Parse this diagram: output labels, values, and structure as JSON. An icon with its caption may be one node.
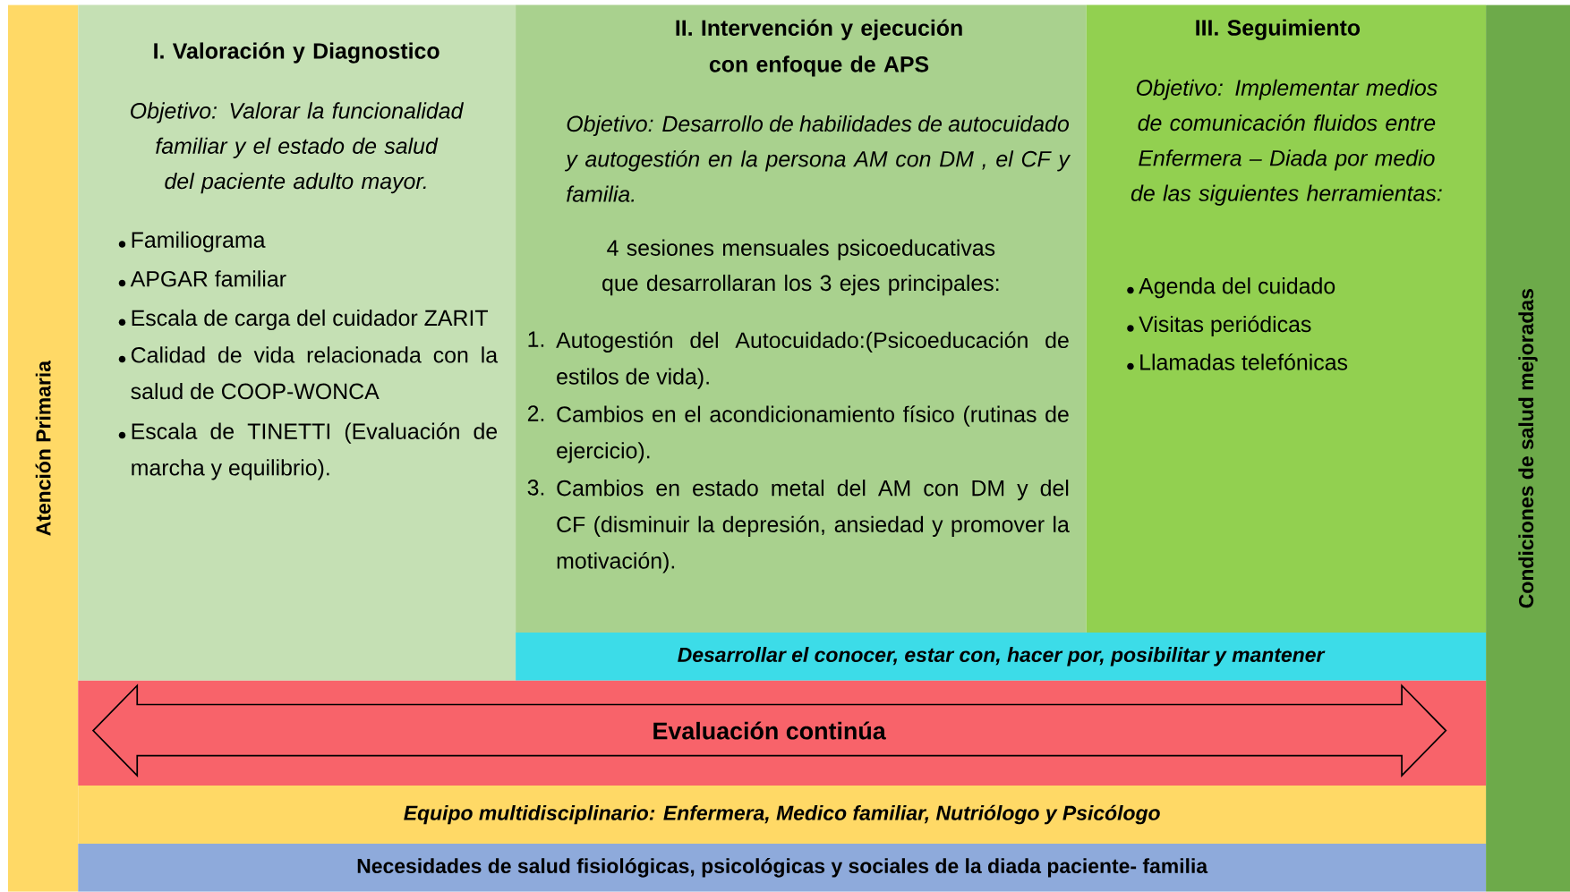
{
  "diagram": {
    "nodes": [
      {
        "text": [
          "Atención Primaria"
        ]
      },
      {
        "text": [
          "Condiciones de salud mejoradas"
        ]
      },
      {
        "text": [
          "I. Valoración y Diagnostico",
          "Objetivo: Valorar la funcionalidad familiar y el estado de salud del paciente adulto mayor.",
          "Familiograma",
          "APGAR familiar",
          "Escala de carga del cuidador ZARIT",
          "Calidad de vida relacionada con la salud de COOP-WONCA",
          "Escala de TINETTI (Evaluación de marcha y equilibrio)."
        ]
      },
      {
        "text": [
          "II. Intervención y ejecución con enfoque de APS",
          "Objetivo: Desarrollo de habilidades de autocuidado y autogestión en la persona AM con DM , el CF y familia.",
          "4 sesiones mensuales psicoeducativas que desarrollaran los 3 ejes principales:",
          "1.",
          "Autogestión del Autocuidado:(Psicoeducación de estilos de vida).",
          "2.",
          "Cambios en el acondicionamiento físico (rutinas de ejercicio).",
          "3.",
          "Cambios en estado metal del AM con DM y del CF (disminuir la depresión, ansiedad y promover la motivación)."
        ]
      },
      {
        "text": [
          "III. Seguimiento",
          "Objetivo: Implementar medios de comunicación fluidos entre Enfermera – Diada por medio de las siguientes herramientas:",
          "Agenda del cuidado",
          "Visitas periódicas",
          "Llamadas telefónicas"
        ]
      },
      {
        "text": [
          "Desarrollar el conocer, estar con, hacer por, posibilitar y mantener"
        ]
      },
      {
        "text": [],
        "shape": "box"
      },
      {
        "text": [
          "Evaluación continúa"
        ],
        "in": 6
      },
      {
        "text": [
          "Equipo multidisciplinario: Enfermera, Medico familiar, Nutriólogo y Psicólogo"
        ]
      },
      {
        "text": [
          "Necesidades de salud fisiológicas, psicológicas y sociales de la diada paciente- familia"
        ]
      }
    ]
  }
}
